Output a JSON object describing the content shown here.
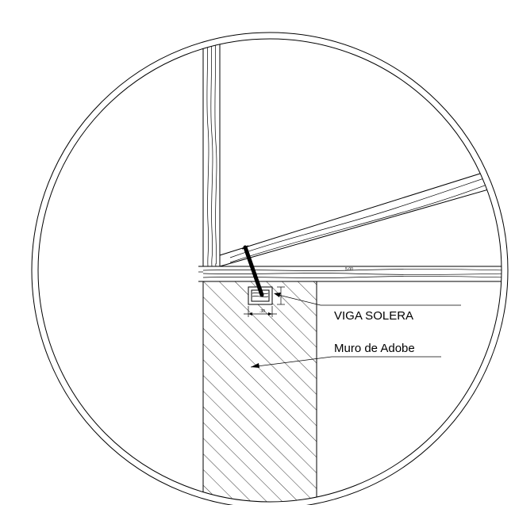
{
  "labels": {
    "viga_solera": "VIGA SOLERA",
    "muro_adobe": "Muro de Adobe"
  },
  "dimensions": {
    "beam_dim": "5.00",
    "solera_width": ".30"
  },
  "colors": {
    "line": "#000000",
    "background": "#ffffff"
  }
}
